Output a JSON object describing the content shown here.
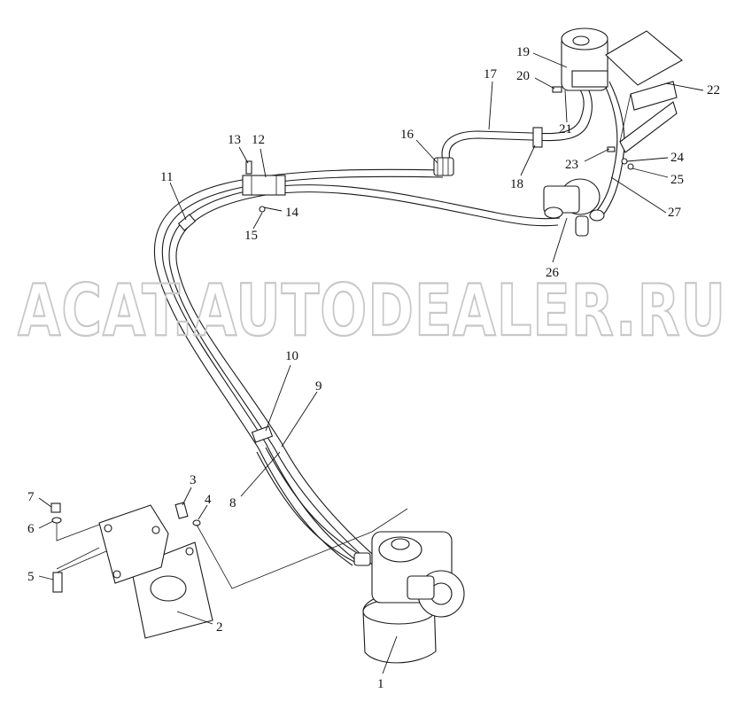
{
  "watermark": "ACAT.AUTODEALER.RU",
  "callouts": [
    {
      "id": "1",
      "label": "1"
    },
    {
      "id": "2",
      "label": "2"
    },
    {
      "id": "3",
      "label": "3"
    },
    {
      "id": "4",
      "label": "4"
    },
    {
      "id": "5",
      "label": "5"
    },
    {
      "id": "6",
      "label": "6"
    },
    {
      "id": "7",
      "label": "7"
    },
    {
      "id": "8",
      "label": "8"
    },
    {
      "id": "9",
      "label": "9"
    },
    {
      "id": "10",
      "label": "10"
    },
    {
      "id": "11",
      "label": "11"
    },
    {
      "id": "12",
      "label": "12"
    },
    {
      "id": "13",
      "label": "13"
    },
    {
      "id": "14",
      "label": "14"
    },
    {
      "id": "15",
      "label": "15"
    },
    {
      "id": "16",
      "label": "16"
    },
    {
      "id": "17",
      "label": "17"
    },
    {
      "id": "18",
      "label": "18"
    },
    {
      "id": "19",
      "label": "19"
    },
    {
      "id": "20",
      "label": "20"
    },
    {
      "id": "21",
      "label": "21"
    },
    {
      "id": "22",
      "label": "22"
    },
    {
      "id": "23",
      "label": "23"
    },
    {
      "id": "24",
      "label": "24"
    },
    {
      "id": "25",
      "label": "25"
    },
    {
      "id": "26",
      "label": "26"
    },
    {
      "id": "27",
      "label": "27"
    }
  ]
}
